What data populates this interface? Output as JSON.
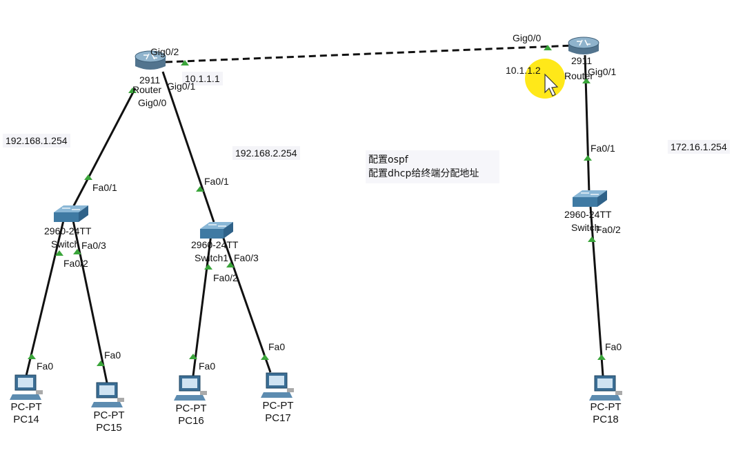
{
  "routers": {
    "r1": {
      "model": "2911",
      "name": "Router",
      "ip": "10.1.1.1"
    },
    "r2": {
      "model": "2911",
      "name": "Router",
      "ip": "10.1.1.2"
    }
  },
  "switches": {
    "s0": {
      "model": "2960-24TT",
      "name": "Switch"
    },
    "s1": {
      "model": "2960-24TT",
      "name": "Switch1"
    },
    "s2": {
      "model": "2960-24TT",
      "name": "Switch"
    }
  },
  "pcs": [
    {
      "type": "PC-PT",
      "name": "PC14"
    },
    {
      "type": "PC-PT",
      "name": "PC15"
    },
    {
      "type": "PC-PT",
      "name": "PC16"
    },
    {
      "type": "PC-PT",
      "name": "PC17"
    },
    {
      "type": "PC-PT",
      "name": "PC18"
    }
  ],
  "ports": {
    "r1_gig02": "Gig0/2",
    "r1_gig01": "Gig0/1",
    "r1_gig00": "Gig0/0",
    "r2_gig00": "Gig0/0",
    "r2_gig01": "Gig0/1",
    "s0_fa01": "Fa0/1",
    "s0_fa03": "Fa0/3",
    "s0_fa02": "Fa0/2",
    "s1_fa01": "Fa0/1",
    "s1_fa03": "Fa0/3",
    "s1_fa02": "Fa0/2",
    "s2_fa01": "Fa0/1",
    "s2_fa02": "Fa0/2",
    "pc14_fa0": "Fa0",
    "pc15_fa0": "Fa0",
    "pc16_fa0": "Fa0",
    "pc17_fa0": "Fa0",
    "pc18_fa0": "Fa0"
  },
  "subnets": {
    "lan1": "192.168.1.254",
    "lan2": "192.168.2.254",
    "lan3": "172.16.1.254"
  },
  "note": {
    "line1": "配置ospf",
    "line2": "配置dhcp给终端分配地址"
  },
  "colors": {
    "link": "#111111",
    "port_up": "#3aa53a",
    "router_body": "#6b8fa8",
    "switch_body": "#4d86ad",
    "cursor_highlight": "#ffe600"
  }
}
